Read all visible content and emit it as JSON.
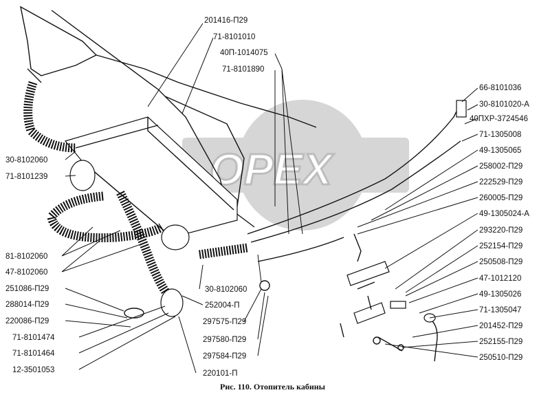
{
  "caption": "Рис. 110. Отопитель кабины",
  "watermark": "OPEX",
  "labels": {
    "l1": "201416-П29",
    "l2": "71-8101010",
    "l3": "40П-1014075",
    "l4": "71-8101890",
    "l5": "66-8101036",
    "l6": "30-8101020-А",
    "l7": "40ПХР-3724546",
    "l8": "71-1305008",
    "l9": "49-1305065",
    "l10": "258002-П29",
    "l11": "222529-П29",
    "l12": "260005-П29",
    "l13": "49-1305024-А",
    "l14": "293220-П29",
    "l15": "252154-П29",
    "l16": "250508-П29",
    "l17": "47-1012120",
    "l18": "49-1305026",
    "l19": "71-1305047",
    "l20": "201452-П29",
    "l21": "252155-П29",
    "l22": "250510-П29",
    "l23": "30-8102060",
    "l24": "71-8101239",
    "l25": "81-8102060",
    "l26": "47-8102060",
    "l27": "251086-П29",
    "l28": "288014-П29",
    "l29": "220086-П29",
    "l30": "71-8101474",
    "l31": "71-8101464",
    "l32": "12-3501053",
    "l33": "30-8102060",
    "l34": "252004-П",
    "l35": "297575-П29",
    "l36": "297580-П29",
    "l37": "297584-П29",
    "l38": "220101-П"
  }
}
